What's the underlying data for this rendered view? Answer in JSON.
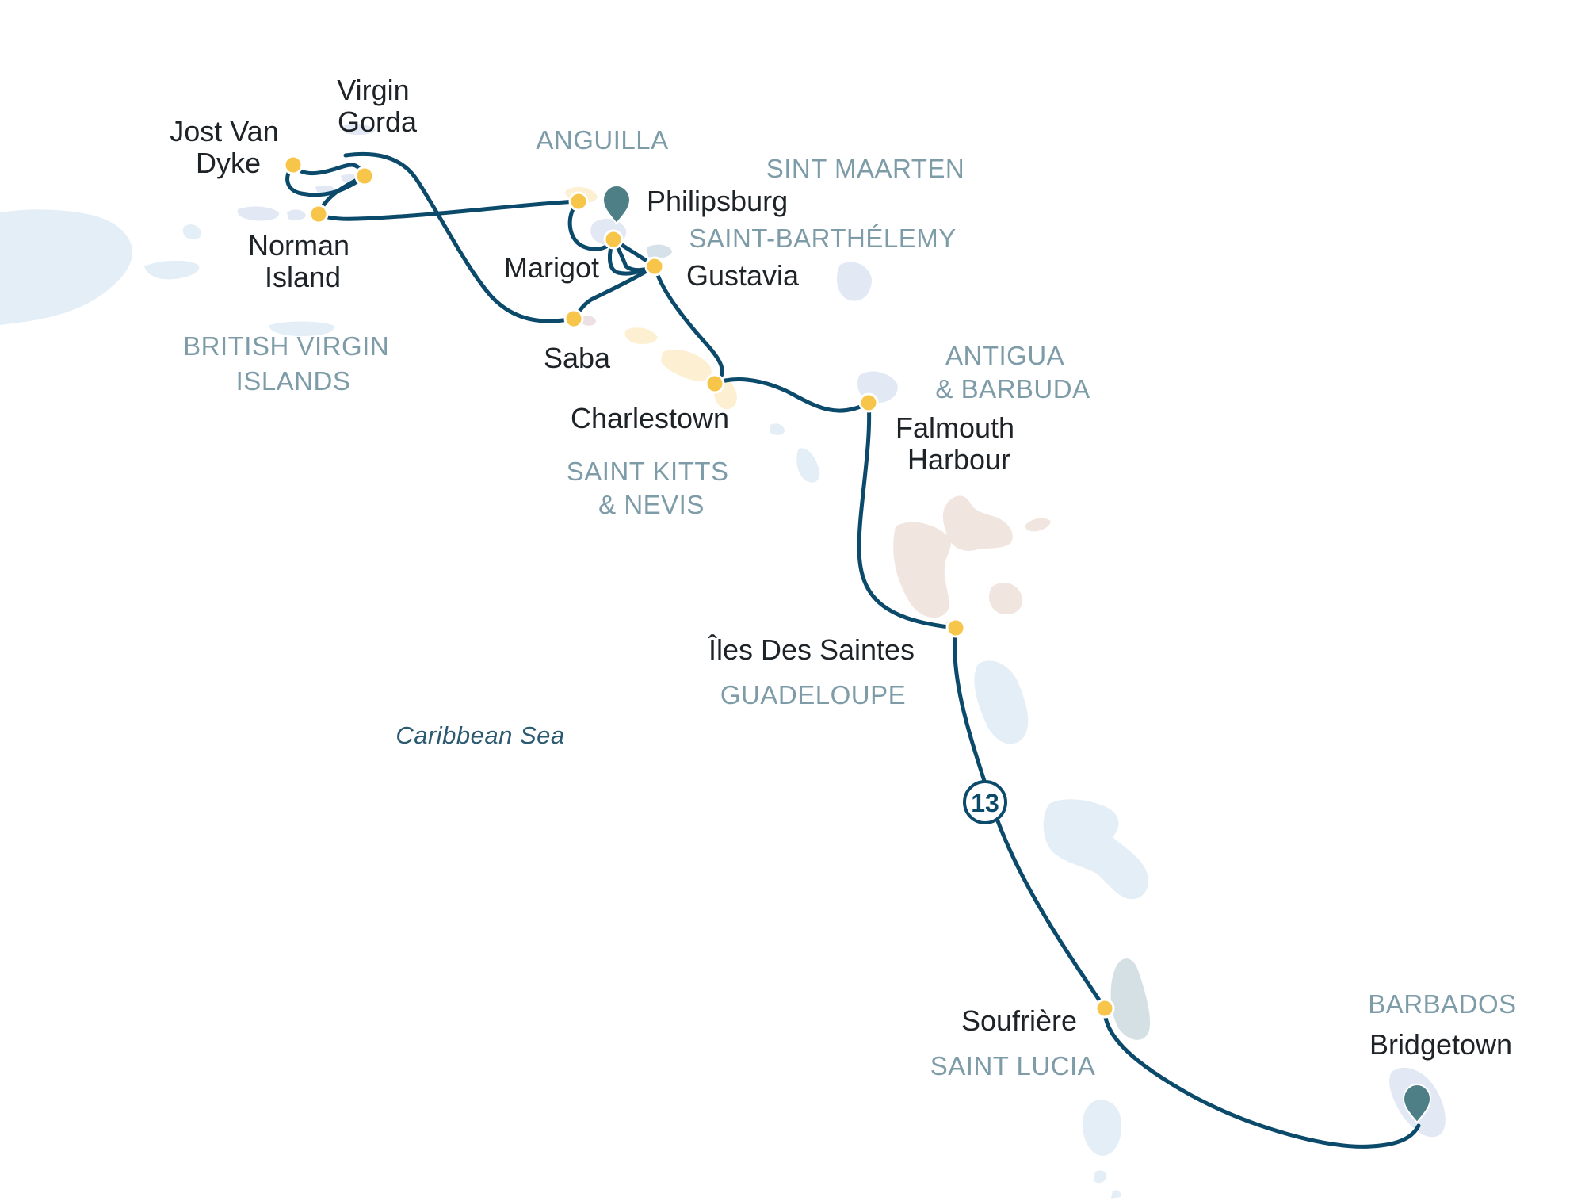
{
  "sea": {
    "name": "Caribbean Sea"
  },
  "ports": {
    "jost_van_dyke": [
      "Jost Van",
      "Dyke"
    ],
    "virgin_gorda": [
      "Virgin",
      "Gorda"
    ],
    "norman_island": [
      "Norman",
      "Island"
    ],
    "philipsburg": "Philipsburg",
    "marigot": "Marigot",
    "gustavia": "Gustavia",
    "saba": "Saba",
    "charlestown": "Charlestown",
    "falmouth_harbour": [
      "Falmouth",
      "Harbour"
    ],
    "iles_des_saintes": "Îles Des Saintes",
    "soufriere": "Soufrière",
    "bridgetown": "Bridgetown"
  },
  "countries": {
    "anguilla": "ANGUILLA",
    "sint_maarten": "SINT MAARTEN",
    "saint_barthelemy": "SAINT-BARTHÉLEMY",
    "british_virgin_islands": [
      "BRITISH VIRGIN",
      "ISLANDS"
    ],
    "antigua_barbuda": [
      "ANTIGUA",
      "& BARBUDA"
    ],
    "saint_kitts_nevis": [
      "SAINT KITTS",
      "& NEVIS"
    ],
    "guadeloupe": "GUADELOUPE",
    "saint_lucia": "SAINT LUCIA",
    "barbados": "BARBADOS"
  },
  "route": {
    "day_badge": "13"
  },
  "colors": {
    "route": "#0b4a6a",
    "stop": "#f7c54a",
    "pin": "#4e7f86",
    "country_label": "#7d9ca8"
  },
  "icons": {
    "start": "map-pin-icon",
    "end": "map-pin-icon",
    "stop": "port-dot-icon"
  }
}
